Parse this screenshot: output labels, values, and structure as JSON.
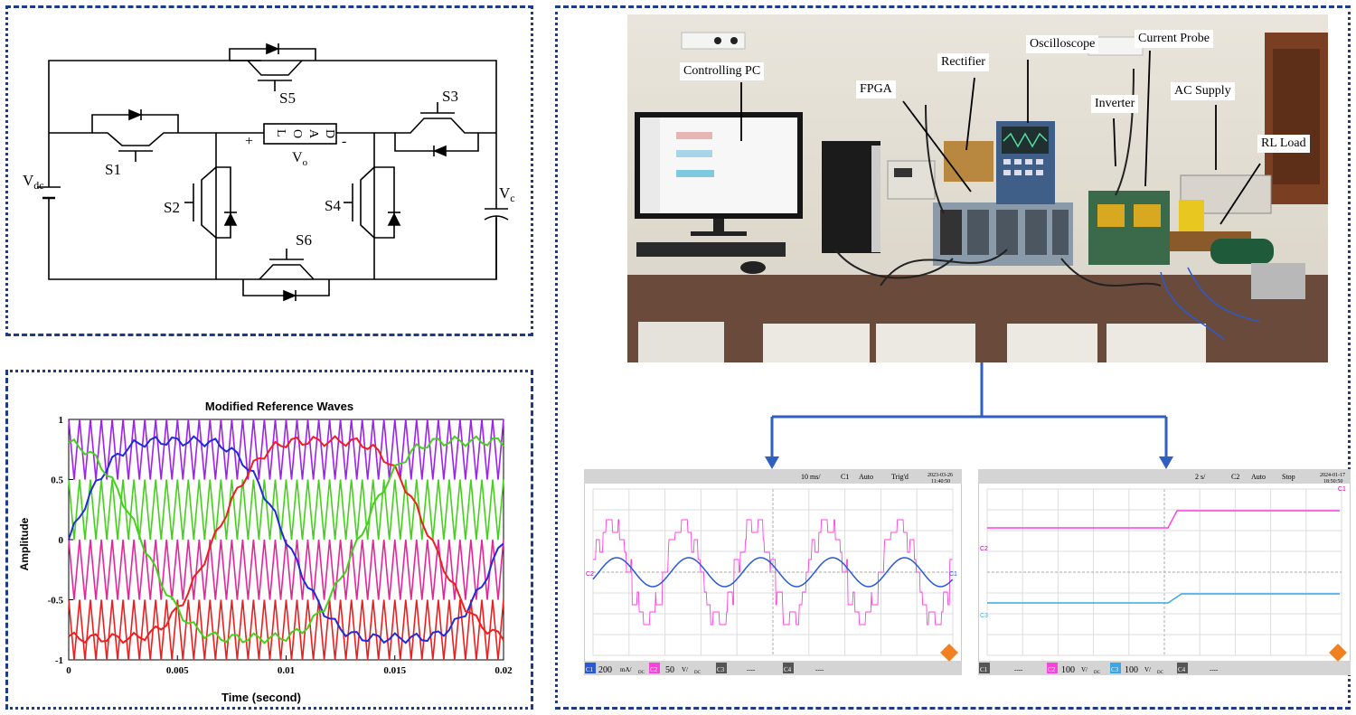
{
  "circuit": {
    "switches": [
      "S1",
      "S2",
      "S3",
      "S4",
      "S5",
      "S6"
    ],
    "load_letters": [
      "L",
      "O",
      "A",
      "D"
    ],
    "plus": "+",
    "minus": "-",
    "vo_main": "V",
    "vo_sub": "o",
    "vdc_main": "V",
    "vdc_sub": "dc",
    "vc_main": "V",
    "vc_sub": "c"
  },
  "chart_data": {
    "type": "line",
    "title": "Modified Reference Waves",
    "xlabel": "Time (second)",
    "ylabel": "Amplitude",
    "xlim": [
      0,
      0.02
    ],
    "ylim": [
      -1,
      1
    ],
    "xticks": [
      "0",
      "0.005",
      "0.01",
      "0.015",
      "0.02"
    ],
    "yticks": [
      "1",
      "0.5",
      "0",
      "-0.5",
      "-1"
    ],
    "carrier_count": 40,
    "carriers": [
      {
        "color": "#a020f0",
        "min": 0.5,
        "max": 1.0
      },
      {
        "color": "#44d11a",
        "min": 0.0,
        "max": 0.5
      },
      {
        "color": "#e6259a",
        "min": -0.5,
        "max": 0.0
      },
      {
        "color": "#ef1e1e",
        "min": -1.0,
        "max": -0.5
      }
    ],
    "references": [
      {
        "color": "#1f2bd6",
        "phase_deg": 0
      },
      {
        "color": "#ef1e1e",
        "phase_deg": -120
      },
      {
        "color": "#44d11a",
        "phase_deg": 120
      }
    ],
    "amplitude": 0.93,
    "third_harmonic": 0.12
  },
  "setup": {
    "labels": {
      "controlling_pc": "Controlling PC",
      "fpga": "FPGA",
      "rectifier": "Rectifier",
      "oscilloscope": "Oscilloscope",
      "current_probe": "Current Probe",
      "inverter": "Inverter",
      "ac_supply": "AC Supply",
      "rl_load": "RL Load"
    }
  },
  "scope1": {
    "timebase": "10 ms/",
    "ch": "C1",
    "mode": "Auto",
    "status": "Trig'd",
    "date": "2023-03-26",
    "time": "11:40:50",
    "bottom": {
      "c1": "C1",
      "c1_val": "200",
      "c1_unit": "mA/",
      "c1_cpl": "DC",
      "c2": "C2",
      "c2_val": "50",
      "c2_unit": "V/",
      "c2_cpl": "DC",
      "c3": "C3",
      "c3_val": "----",
      "c4": "C4",
      "c4_val": "----"
    },
    "marker_left": "C2",
    "marker_right": "C1"
  },
  "scope2": {
    "timebase": "2 s/",
    "ch": "C2",
    "mode": "Auto",
    "status": "Stop",
    "date": "2024-01-17",
    "time": "18:50:50",
    "bottom": {
      "c1": "C1",
      "c1_val": "----",
      "c2": "C2",
      "c2_val": "100",
      "c2_unit": "V/",
      "c2_cpl": "DC",
      "c3": "C3",
      "c3_val": "100",
      "c3_unit": "V/",
      "c3_cpl": "DC",
      "c4": "C4",
      "c4_val": "----"
    },
    "marker_left_top": "C2",
    "marker_left_bottom": "C3",
    "marker_right": "C1"
  }
}
